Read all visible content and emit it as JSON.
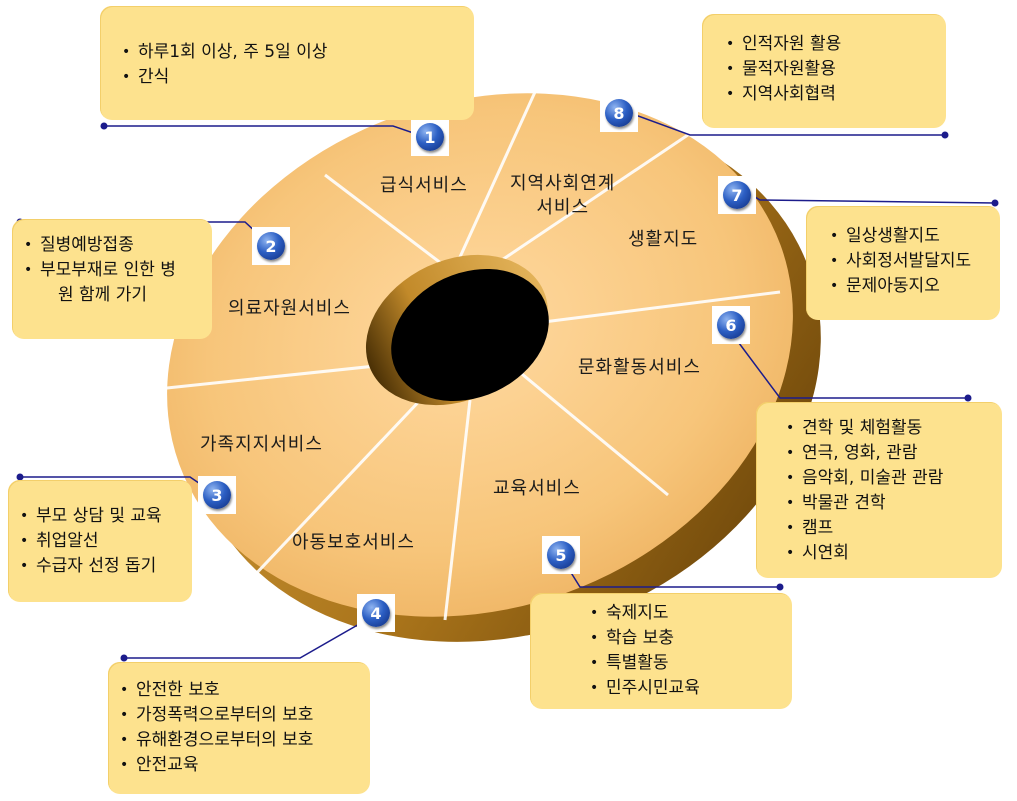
{
  "segments": [
    {
      "id": 1,
      "label": "급식서비스"
    },
    {
      "id": 8,
      "label_line1": "지역사회연계",
      "label_line2": "서비스"
    },
    {
      "id": 7,
      "label": "생활지도"
    },
    {
      "id": 2,
      "label": "의료자원서비스"
    },
    {
      "id": 6,
      "label": "문화활동서비스"
    },
    {
      "id": 3,
      "label": "가족지지서비스"
    },
    {
      "id": 5,
      "label": "교육서비스"
    },
    {
      "id": 4,
      "label": "아동보호서비스"
    }
  ],
  "badges": [
    "1",
    "2",
    "3",
    "4",
    "5",
    "6",
    "7",
    "8"
  ],
  "boxes": {
    "meal": [
      "하루1회 이상, 주 5일 이상",
      "간식"
    ],
    "medical": [
      "질병예방접종",
      "부모부재로 인한 병",
      "원 함께 가기"
    ],
    "family": [
      "부모 상담 및 교육",
      "취업알선",
      "수급자 선정 돕기"
    ],
    "protection": [
      "안전한 보호",
      "가정폭력으로부터의 보호",
      "유해환경으로부터의 보호",
      "안전교육"
    ],
    "education": [
      "숙제지도",
      "학습 보충",
      "특별활동",
      "민주시민교육"
    ],
    "culture": [
      "견학 및 체험활동",
      "연극, 영화, 관람",
      "음악회, 미술관 관람",
      "박물관 견학",
      "캠프",
      "시연회"
    ],
    "life": [
      "일상생활지도",
      "사회정서발달지도",
      "문제아동지오"
    ],
    "community": [
      "인적자원 활용",
      "물적자원활용",
      "지역사회협력"
    ]
  },
  "colors": {
    "box_fill": "#fde28e",
    "ring_top": "#f8c77c",
    "ring_side": "#b07a1c",
    "connector": "#1c1c8c"
  }
}
